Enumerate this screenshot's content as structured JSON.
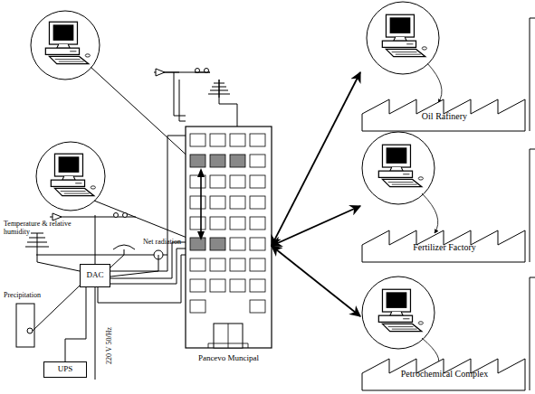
{
  "diagram": {
    "nodes": [
      {
        "text": [
          "Pancevo Muncipal"
        ]
      },
      {
        "text": [
          "DAC"
        ]
      },
      {
        "text": [
          "UPS"
        ]
      },
      {
        "text": [
          "Oil Rafinery"
        ]
      },
      {
        "text": [
          "Fertilizer Factory"
        ]
      },
      {
        "text": [
          "Petrochemical Complex"
        ]
      }
    ],
    "edges": [
      {
        "from": 0,
        "to": 3,
        "arrow": "both"
      },
      {
        "from": 0,
        "to": 4,
        "arrow": "both"
      },
      {
        "from": 0,
        "to": 5,
        "arrow": "both"
      },
      {
        "from": 1,
        "to": 2,
        "arrow": "none"
      }
    ],
    "labels": [
      "Temperature & relative humidity",
      "Net radiation",
      "Precipitation",
      "220 V 50/Hz"
    ]
  }
}
